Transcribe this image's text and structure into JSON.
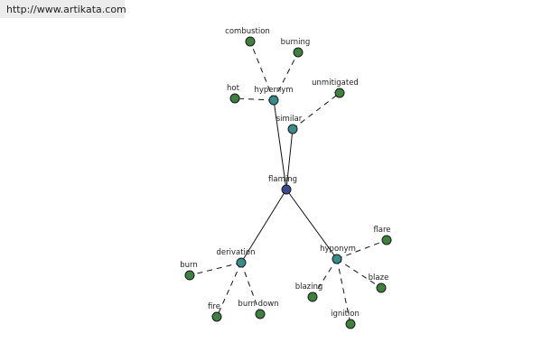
{
  "header": {
    "url": "http://www.artikata.com"
  },
  "colors": {
    "center": "#3a4a8c",
    "relation": "#3a8c8c",
    "word": "#3f7f3f",
    "edge": "#111111"
  },
  "graph": {
    "center": {
      "id": "flaming",
      "label": "flaming"
    },
    "relations": [
      {
        "id": "hypernym",
        "label": "hypernym",
        "words": [
          "combustion",
          "burning",
          "hot"
        ]
      },
      {
        "id": "similar",
        "label": "similar",
        "words": [
          "unmitigated"
        ]
      },
      {
        "id": "derivation",
        "label": "derivation",
        "words": [
          "burn",
          "fire",
          "burn down"
        ]
      },
      {
        "id": "hyponym",
        "label": "hyponym",
        "words": [
          "flare",
          "blaze",
          "ignition",
          "blazing"
        ]
      }
    ]
  }
}
